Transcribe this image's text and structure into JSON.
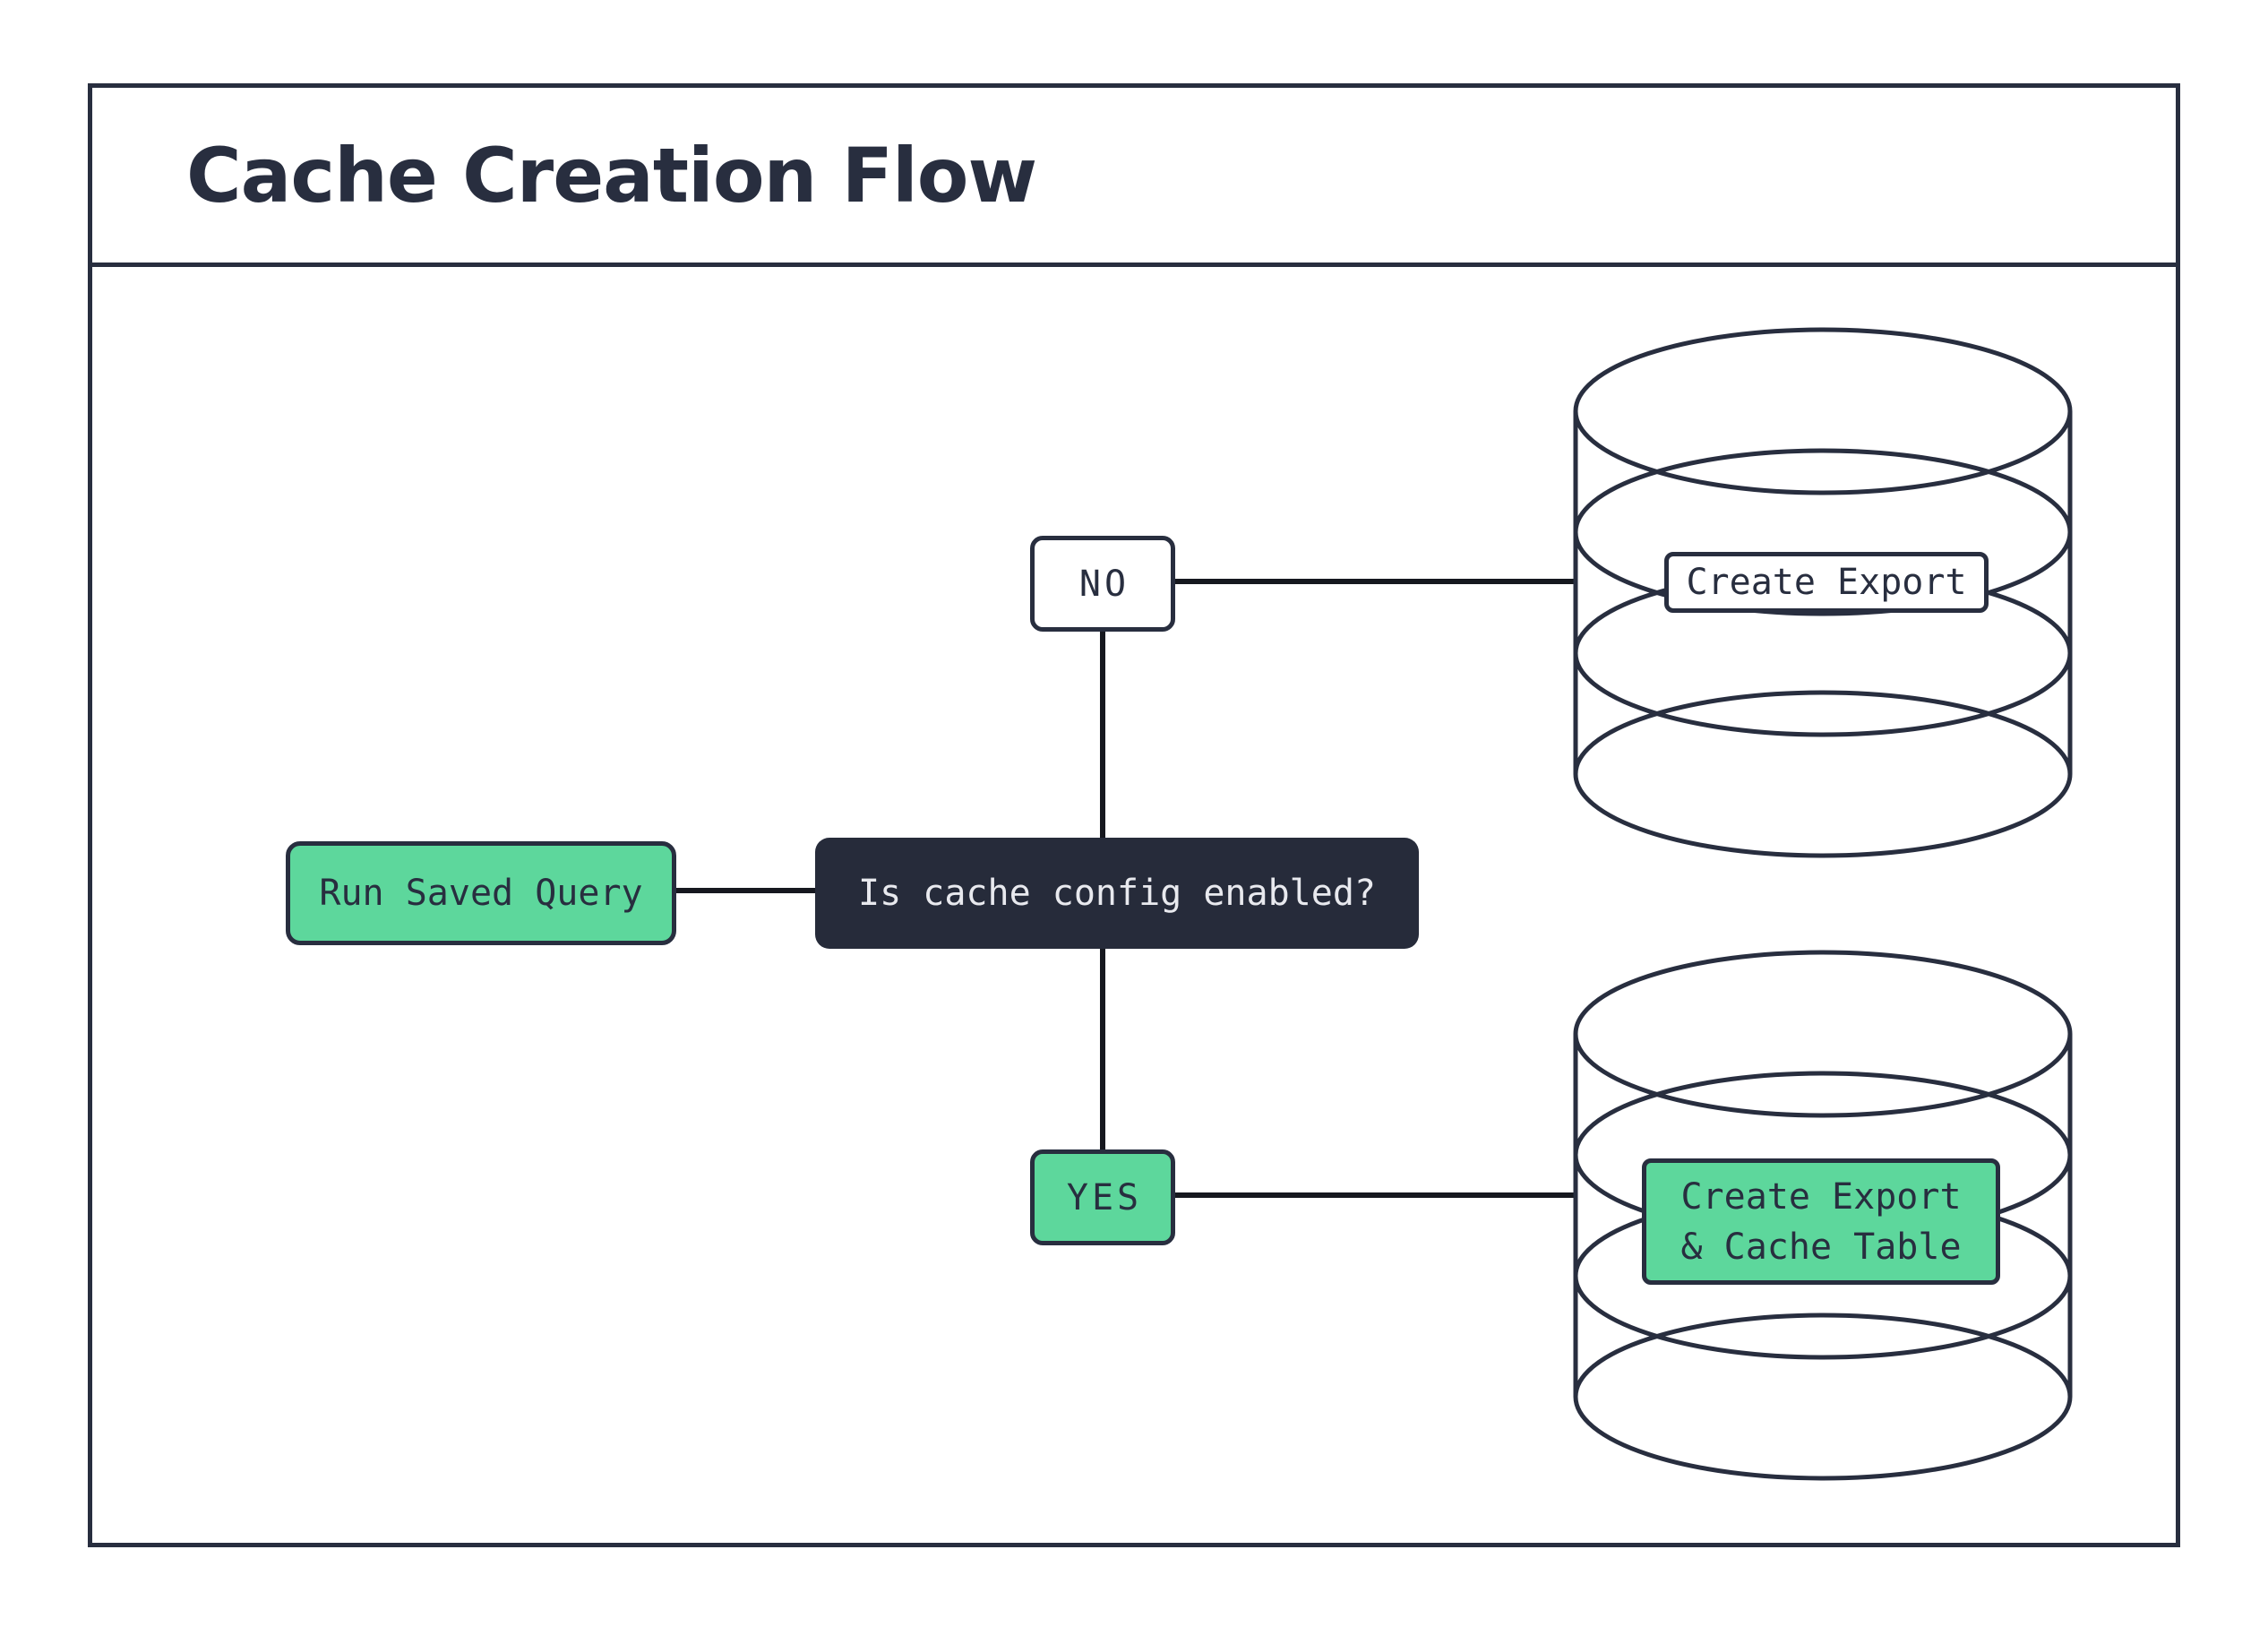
{
  "title": "Cache Creation Flow",
  "colors": {
    "ink": "#282e3f",
    "green": "#5dd79c",
    "decision_fill": "#262b3a",
    "decision_text": "#e8e9ee",
    "connector": "#16181f",
    "background": "#ffffff"
  },
  "nodes": {
    "start": {
      "label": "Run Saved Query"
    },
    "decision": {
      "label": "Is cache config enabled?"
    },
    "no_branch": {
      "label": "NO"
    },
    "yes_branch": {
      "label": "YES"
    },
    "export_db": {
      "label": "Create Export"
    },
    "cache_db": {
      "label": "Create Export & Cache Table",
      "line1": "Create Export",
      "line2": "& Cache Table"
    }
  },
  "edges": [
    {
      "from": "Run Saved Query",
      "to": "Is cache config enabled?"
    },
    {
      "from": "Is cache config enabled?",
      "via": "NO",
      "to": "Create Export"
    },
    {
      "from": "Is cache config enabled?",
      "via": "YES",
      "to": "Create Export & Cache Table"
    }
  ],
  "icons": [
    {
      "name": "database-icon",
      "count": 2
    }
  ]
}
